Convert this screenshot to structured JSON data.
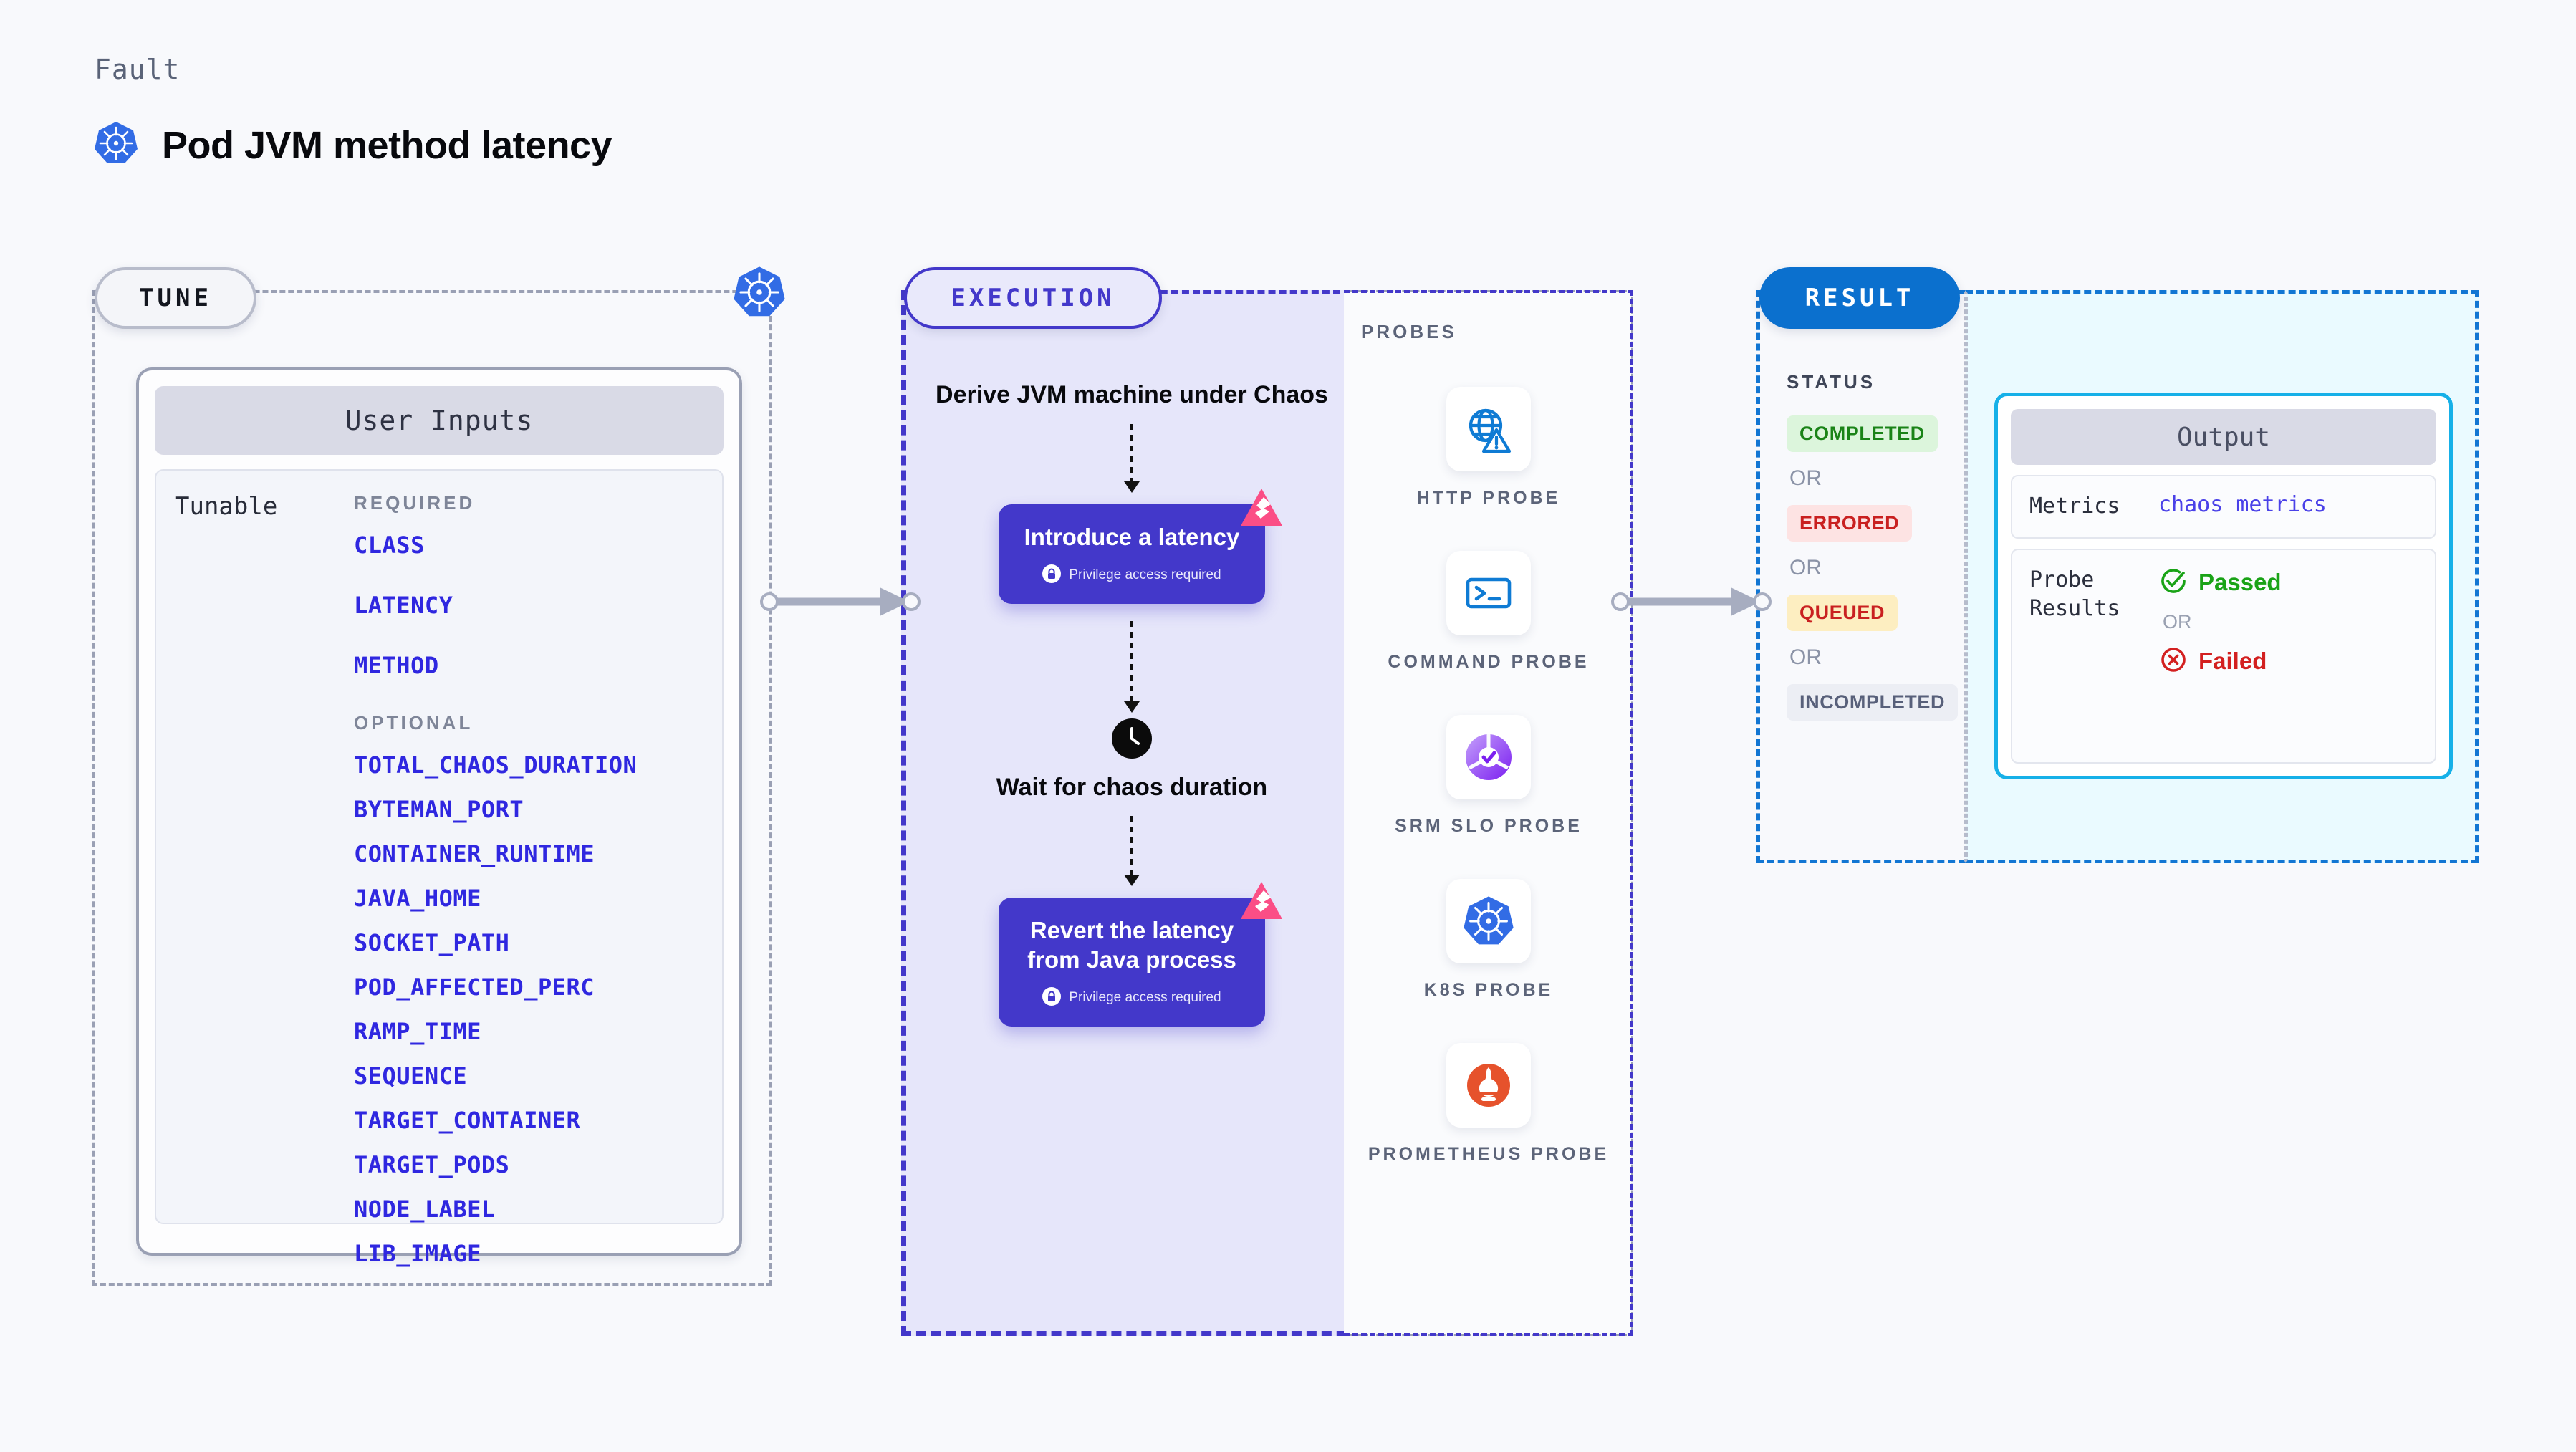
{
  "header": {
    "kicker": "Fault",
    "title": "Pod JVM method latency",
    "icon": "kubernetes-icon"
  },
  "tune": {
    "tag_label": "TUNE",
    "border_badge_icon": "kubernetes-icon",
    "card": {
      "header_label": "User Inputs",
      "row_label": "Tunable",
      "required_heading": "REQUIRED",
      "required_params": [
        "CLASS",
        "LATENCY",
        "METHOD"
      ],
      "optional_heading": "OPTIONAL",
      "optional_params": [
        "TOTAL_CHAOS_DURATION",
        "BYTEMAN_PORT",
        "CONTAINER_RUNTIME",
        "JAVA_HOME",
        "SOCKET_PATH",
        "POD_AFFECTED_PERC",
        "RAMP_TIME",
        "SEQUENCE",
        "TARGET_CONTAINER",
        "TARGET_PODS",
        "NODE_LABEL",
        "LIB_IMAGE"
      ]
    }
  },
  "execution": {
    "tag_label": "EXECUTION",
    "steps": [
      {
        "kind": "text",
        "title": "Derive JVM machine under Chaos"
      },
      {
        "kind": "card",
        "title": "Introduce a latency",
        "privilege_note": "Privilege access required",
        "badge_icon": "litmus-chaos-icon",
        "lock_icon": "lock-icon"
      },
      {
        "kind": "wait",
        "title": "Wait for chaos duration",
        "icon": "clock-icon"
      },
      {
        "kind": "card",
        "title": "Revert the latency from Java process",
        "privilege_note": "Privilege access required",
        "badge_icon": "litmus-chaos-icon",
        "lock_icon": "lock-icon"
      }
    ]
  },
  "probes": {
    "heading": "PROBES",
    "items": [
      {
        "label": "HTTP PROBE",
        "icon": "globe-warning-icon"
      },
      {
        "label": "COMMAND PROBE",
        "icon": "terminal-icon"
      },
      {
        "label": "SRM SLO PROBE",
        "icon": "srm-slo-icon"
      },
      {
        "label": "K8S PROBE",
        "icon": "kubernetes-icon"
      },
      {
        "label": "PROMETHEUS PROBE",
        "icon": "prometheus-icon"
      }
    ]
  },
  "result": {
    "tag_label": "RESULT",
    "status_heading": "STATUS",
    "statuses": [
      {
        "label": "COMPLETED",
        "style": "s-completed"
      },
      {
        "label": "ERRORED",
        "style": "s-errored"
      },
      {
        "label": "QUEUED",
        "style": "s-queued"
      },
      {
        "label": "INCOMPLETED",
        "style": "s-incomplete"
      }
    ],
    "or_label": "OR",
    "output": {
      "header_label": "Output",
      "metrics_key": "Metrics",
      "metrics_value": "chaos metrics",
      "probe_results_key": "Probe Results",
      "passed_label": "Passed",
      "failed_label": "Failed",
      "or_label": "OR",
      "passed_icon": "check-circle-icon",
      "failed_icon": "x-circle-icon"
    }
  },
  "colors": {
    "brand_purple": "#4338ca",
    "brand_blue": "#0b70ce",
    "kubernetes_blue": "#326ce5",
    "litmus_pink": "#fb4e86",
    "cyan_border": "#16b0e8",
    "param_blue": "#2f27e0",
    "status_green": "#1a8317",
    "status_red": "#c92020",
    "status_amber_bg": "#fdeec1"
  }
}
